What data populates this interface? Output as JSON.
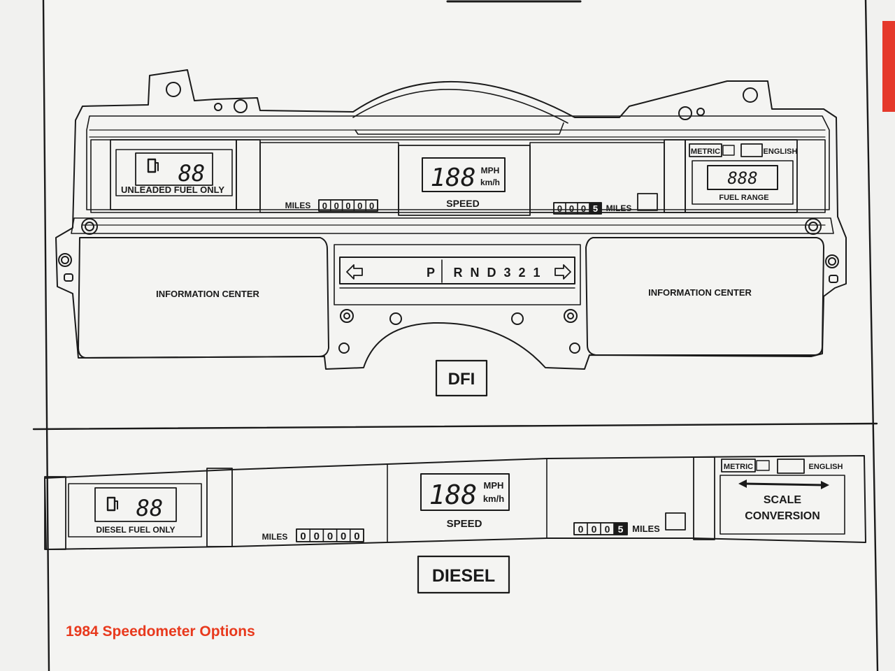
{
  "theme": {
    "line_color": "#1a1a1a",
    "paper_color": "#f4f4f2",
    "caption_color": "#e8391d"
  },
  "dfi": {
    "badge": "DFI",
    "fuel_display": {
      "digits": "88",
      "label": "UNLEADED FUEL ONLY",
      "icon": "fuel-pump-icon"
    },
    "odometer": {
      "label": "MILES",
      "digits": [
        "0",
        "0",
        "0",
        "0",
        "0"
      ]
    },
    "speed": {
      "digits": "188",
      "unit_mph": "MPH",
      "unit_kmh": "km/h",
      "label": "SPEED"
    },
    "trip": {
      "digits": [
        "0",
        "0",
        "0",
        "5"
      ],
      "label": "MILES"
    },
    "switch": {
      "left": "METRIC",
      "right": "ENGLISH"
    },
    "fuel_range": {
      "digits": "888",
      "label": "FUEL RANGE"
    },
    "info_left": "INFORMATION CENTER",
    "info_right": "INFORMATION CENTER",
    "gear": {
      "park": "P",
      "others": "R N D 3 2 1"
    }
  },
  "diesel": {
    "badge": "DIESEL",
    "fuel_display": {
      "digits": "88",
      "label": "DIESEL FUEL ONLY",
      "icon": "fuel-pump-icon"
    },
    "odometer": {
      "label": "MILES",
      "digits": [
        "0",
        "0",
        "0",
        "0",
        "0"
      ]
    },
    "speed": {
      "digits": "188",
      "unit_mph": "MPH",
      "unit_kmh": "km/h",
      "label": "SPEED"
    },
    "trip": {
      "digits": [
        "0",
        "0",
        "0",
        "5"
      ],
      "label": "MILES"
    },
    "switch": {
      "left": "METRIC",
      "right": "ENGLISH"
    },
    "scale": {
      "line1": "SCALE",
      "line2": "CONVERSION"
    }
  },
  "caption": "1984 Speedometer Options"
}
